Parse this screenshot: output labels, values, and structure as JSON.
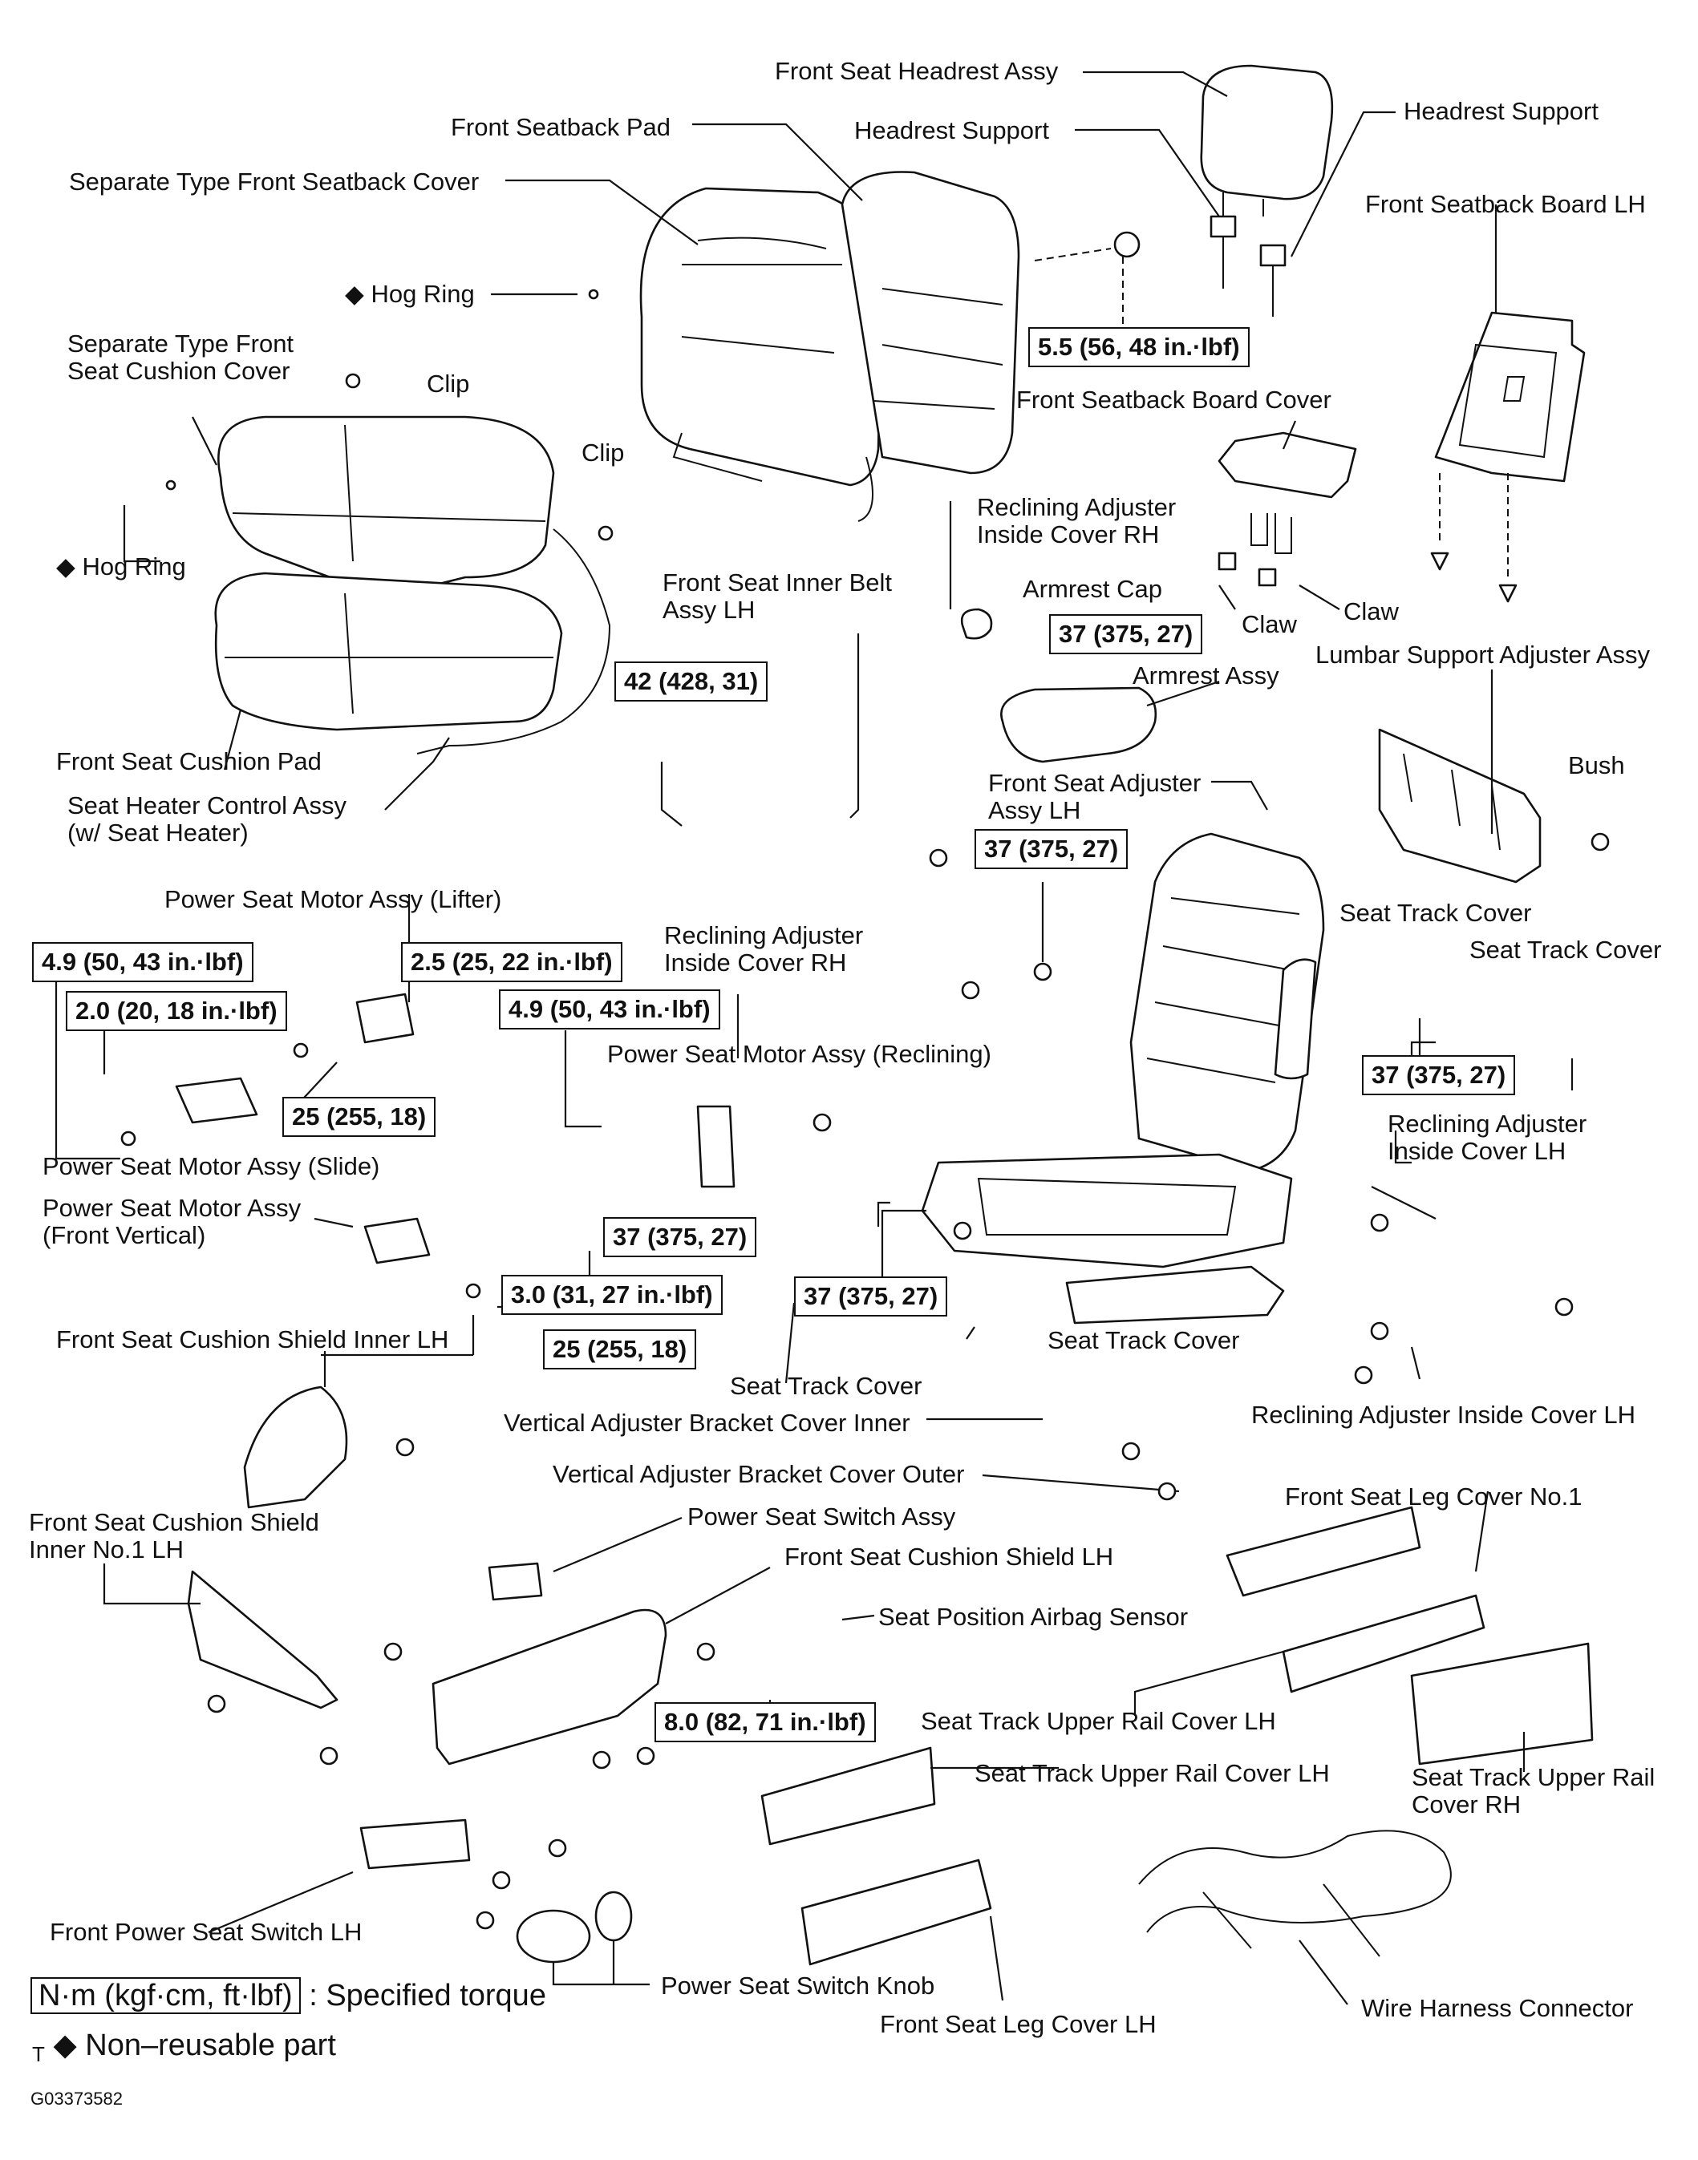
{
  "labels": {
    "front_seat_headrest_assy": "Front Seat Headrest Assy",
    "headrest_support_a": "Headrest Support",
    "headrest_support_b": "Headrest Support",
    "front_seatback_pad": "Front Seatback Pad",
    "separate_type_seatback_cover": "Separate Type Front Seatback Cover",
    "hog_ring_top": "Hog Ring",
    "front_seatback_board_lh": "Front Seatback Board LH",
    "separate_type_cushion_cover": "Separate Type Front\nSeat Cushion Cover",
    "clip_a": "Clip",
    "clip_b": "Clip",
    "hog_ring_left": "Hog Ring",
    "front_seatback_board_cover": "Front Seatback Board Cover",
    "reclining_adjuster_inside_cover_rh_top": "Reclining Adjuster\nInside Cover RH",
    "front_seat_inner_belt_assy_lh": "Front Seat Inner Belt\nAssy LH",
    "armrest_cap": "Armrest Cap",
    "claw_a": "Claw",
    "claw_b": "Claw",
    "lumbar_support_adjuster_assy": "Lumbar Support Adjuster Assy",
    "armrest_assy": "Armrest Assy",
    "front_seat_cushion_pad": "Front Seat Cushion Pad",
    "seat_heater_control_assy": "Seat Heater Control Assy\n(w/ Seat Heater)",
    "bush": "Bush",
    "front_seat_adjuster_assy_lh": "Front Seat Adjuster\nAssy LH",
    "power_seat_motor_lifter": "Power Seat Motor Assy (Lifter)",
    "reclining_adjuster_inside_cover_rh_mid": "Reclining Adjuster\nInside Cover RH",
    "seat_track_cover_a": "Seat Track Cover",
    "seat_track_cover_b": "Seat Track Cover",
    "power_seat_motor_reclining": "Power Seat Motor Assy (Reclining)",
    "reclining_adjuster_inside_cover_lh": "Reclining Adjuster\nInside Cover LH",
    "power_seat_motor_slide": "Power Seat Motor Assy (Slide)",
    "power_seat_motor_front_vertical": "Power Seat Motor Assy\n(Front Vertical)",
    "front_seat_cushion_shield_inner_lh": "Front Seat Cushion Shield Inner LH",
    "seat_track_cover_c": "Seat Track Cover",
    "seat_track_cover_d": "Seat Track Cover",
    "vertical_adjuster_bracket_cover_inner": "Vertical Adjuster Bracket Cover Inner",
    "reclining_adjuster_inside_cover_lh_b": "Reclining Adjuster Inside Cover LH",
    "vertical_adjuster_bracket_cover_outer": "Vertical Adjuster Bracket Cover Outer",
    "front_seat_leg_cover_no1": "Front Seat Leg Cover No.1",
    "front_seat_cushion_shield_inner_no1_lh": "Front Seat Cushion Shield\nInner No.1 LH",
    "power_seat_switch_assy": "Power Seat Switch Assy",
    "front_seat_cushion_shield_lh": "Front Seat Cushion Shield LH",
    "seat_position_airbag_sensor": "Seat Position Airbag Sensor",
    "seat_track_upper_rail_cover_lh_a": "Seat Track Upper Rail Cover LH",
    "seat_track_upper_rail_cover_lh_b": "Seat Track Upper Rail Cover LH",
    "seat_track_upper_rail_cover_rh": "Seat Track Upper Rail\nCover RH",
    "front_power_seat_switch_lh": "Front Power Seat Switch LH",
    "power_seat_switch_knob": "Power Seat Switch Knob",
    "wire_harness_connector": "Wire Harness Connector",
    "front_seat_leg_cover_lh": "Front Seat Leg Cover LH"
  },
  "torques": {
    "t_5_5": "5.5 (56, 48 in.·lbf)",
    "t_42": "42 (428, 31)",
    "t_37_armrest": "37 (375, 27)",
    "t_37_adjuster": "37 (375, 27)",
    "t_4_9_a": "4.9 (50, 43 in.·lbf)",
    "t_2_0": "2.0 (20, 18 in.·lbf)",
    "t_2_5": "2.5 (25, 22 in.·lbf)",
    "t_4_9_b": "4.9 (50, 43 in.·lbf)",
    "t_25_a": "25 (255, 18)",
    "t_37_track_cover": "37 (375, 27)",
    "t_37_center": "37 (375, 27)",
    "t_37_lower": "37 (375, 27)",
    "t_3_0": "3.0 (31, 27 in.·lbf)",
    "t_25_b": "25 (255, 18)",
    "t_8_0": "8.0 (82, 71 in.·lbf)"
  },
  "legend": {
    "torque_unit": "N·m (kgf·cm, ft·lbf)",
    "torque_text": ": Specified torque",
    "diamond": "◆",
    "nonreusable_text": "Non–reusable part",
    "t_mark": "T"
  },
  "figure_code": "G03373582"
}
